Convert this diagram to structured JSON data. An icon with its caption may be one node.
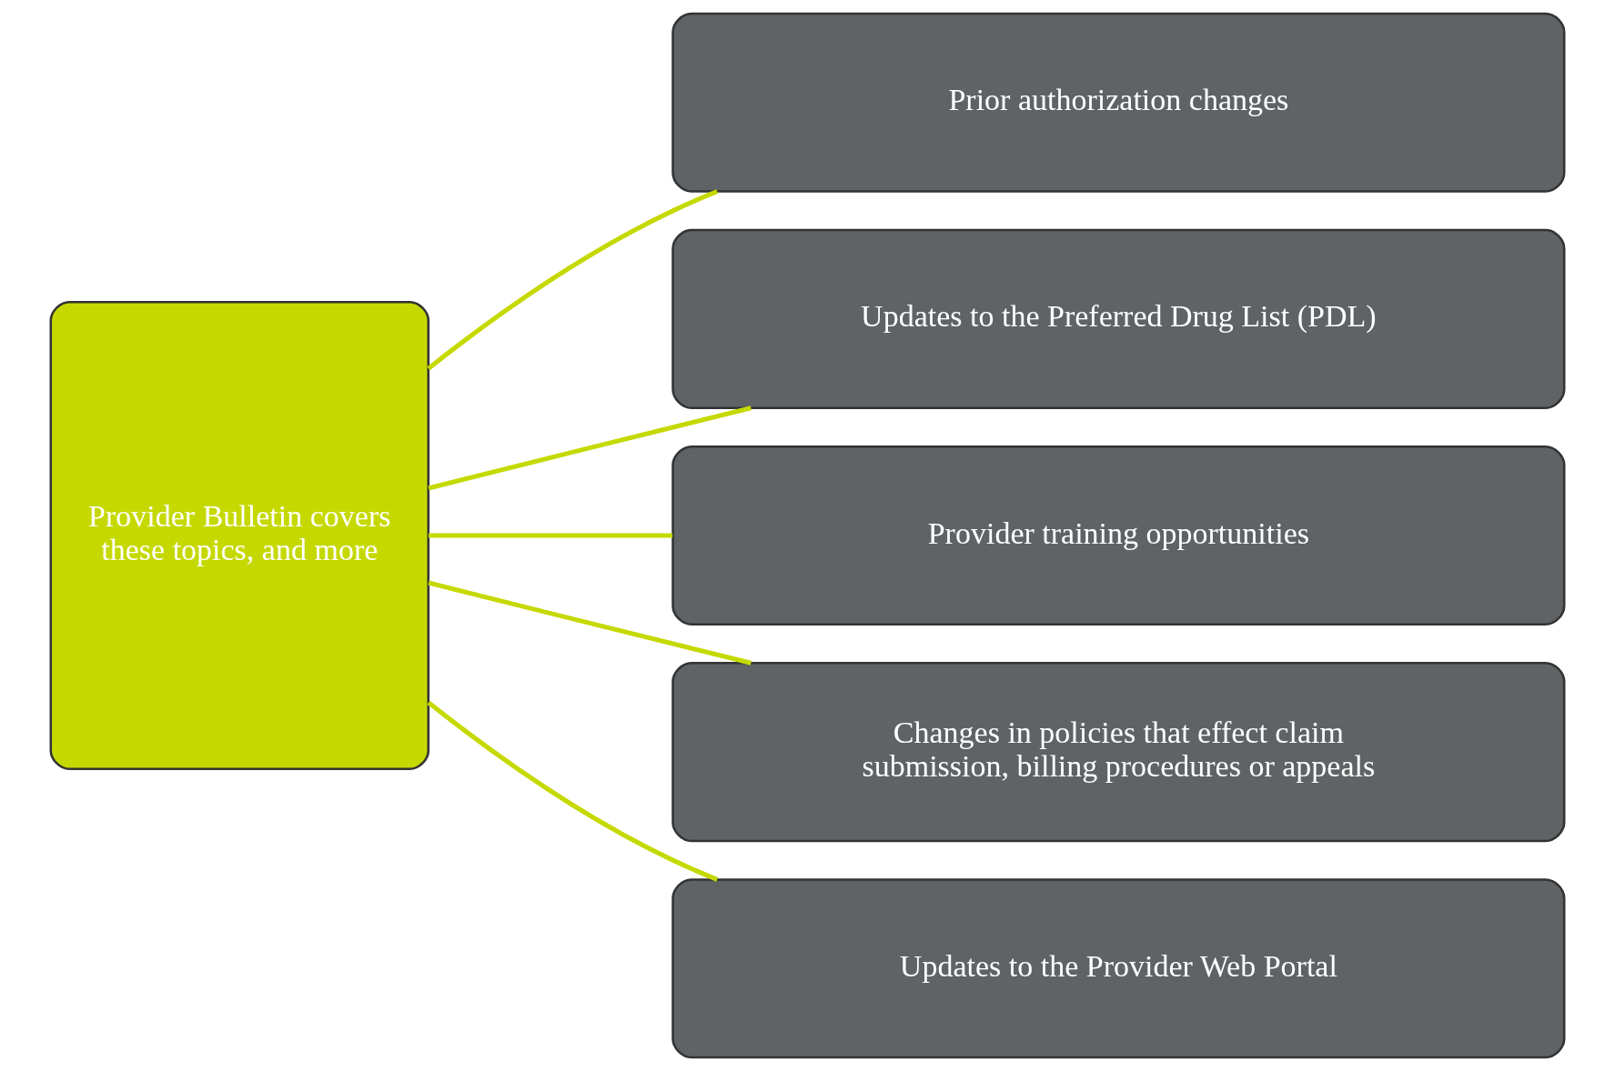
{
  "diagram": {
    "nodes": [
      {
        "text": [
          "Provider Bulletin covers these topics, and more"
        ]
      },
      {
        "text": [
          "Prior authorization changes"
        ]
      },
      {
        "text": [
          "Updates to the Preferred Drug List (PDL)"
        ]
      },
      {
        "text": [
          "Provider training opportunities"
        ]
      },
      {
        "text": [
          "Changes in policies that effect claim submission, billing procedures or appeals"
        ]
      },
      {
        "text": [
          "Updates to the Provider Web Portal"
        ]
      }
    ],
    "edges": [
      {
        "from": 0,
        "to": 1,
        "arrow": "none"
      },
      {
        "from": 0,
        "to": 2,
        "arrow": "none"
      },
      {
        "from": 0,
        "to": 3,
        "arrow": "none"
      },
      {
        "from": 0,
        "to": 4,
        "arrow": "none"
      },
      {
        "from": 0,
        "to": 5,
        "arrow": "none"
      }
    ]
  }
}
